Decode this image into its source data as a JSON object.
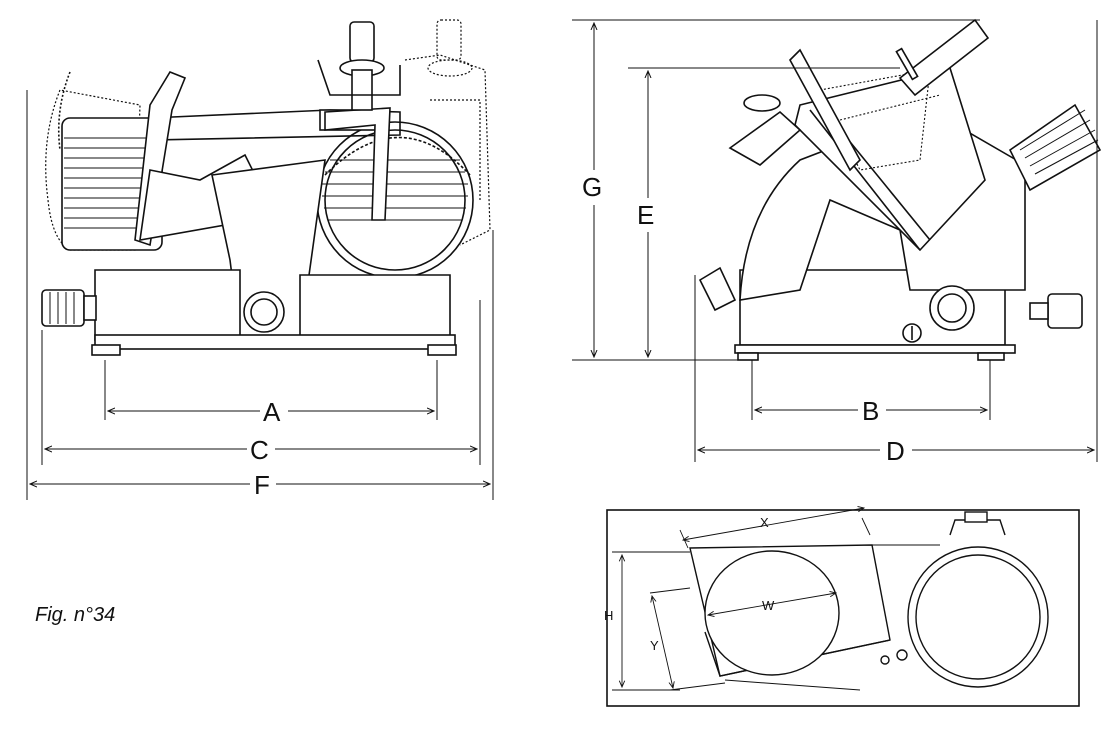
{
  "figure": {
    "caption": "Fig. n°34",
    "dimension_labels": {
      "a": "A",
      "b": "B",
      "c": "C",
      "d": "D",
      "e": "E",
      "f": "F",
      "g": "G",
      "h": "H",
      "w": "W",
      "x": "X",
      "y": "Y"
    }
  },
  "colors": {
    "line": "#111111",
    "fill": "#ffffff",
    "hidden": "#555555"
  }
}
